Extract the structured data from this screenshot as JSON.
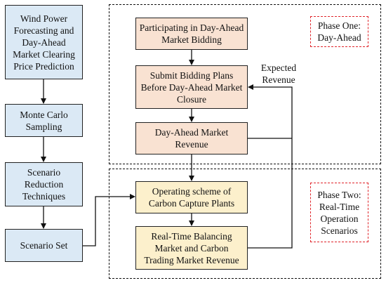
{
  "left_column": {
    "forecast": "Wind Power\nForecasting and\nDay-Ahead\nMarket Clearing\nPrice Prediction",
    "monte_carlo": "Monte Carlo\nSampling",
    "reduction": "Scenario\nReduction\nTechniques",
    "scenario_set": "Scenario Set"
  },
  "phase_one": {
    "label": "Phase One:\nDay-Ahead",
    "participating": "Participating in Day-Ahead\nMarket Bidding",
    "submit": "Submit Bidding Plans\nBefore Day-Ahead Market\nClosure",
    "revenue": "Day-Ahead Market\nRevenue",
    "expected_revenue": "Expected\nRevenue"
  },
  "phase_two": {
    "label": "Phase Two:\nReal-Time\nOperation\nScenarios",
    "operating": "Operating scheme of\nCarbon Capture Plants",
    "realtime": "Real-Time Balancing\nMarket and Carbon\nTrading Market Revenue"
  }
}
